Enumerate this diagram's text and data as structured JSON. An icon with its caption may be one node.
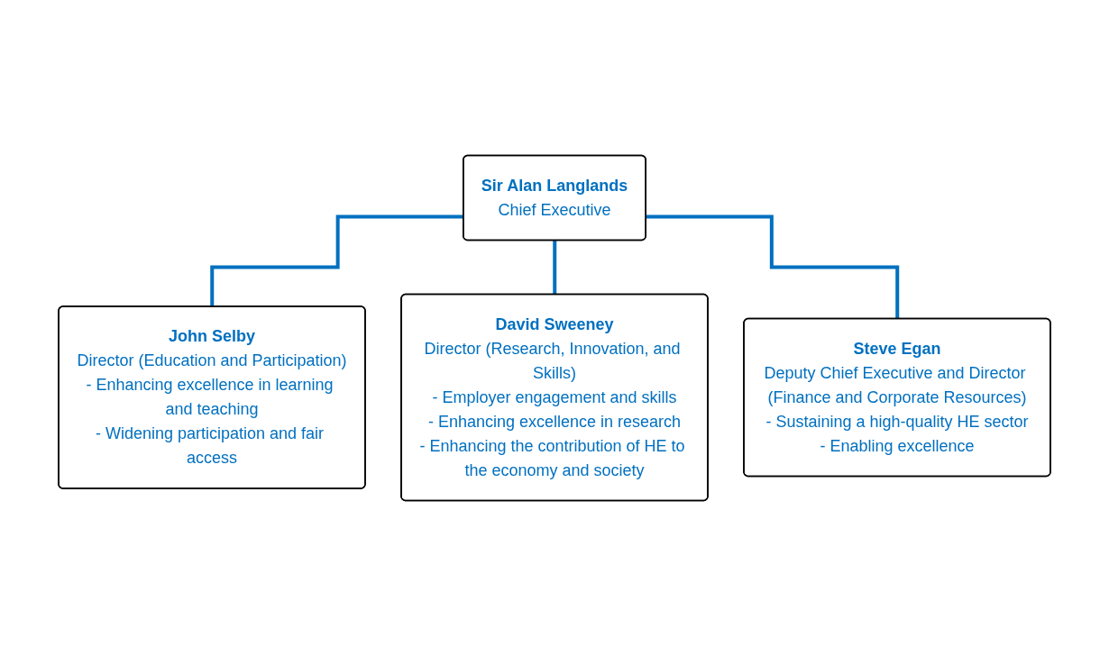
{
  "diagram": {
    "nodes": [
      {
        "text": [
          "Sir Alan Langlands",
          "Chief Executive"
        ]
      },
      {
        "text": [
          "John Selby",
          "Director (Education and Participation)",
          "- Enhancing excellence in learning and teaching",
          "- Widening participation and fair access"
        ]
      },
      {
        "text": [
          "David Sweeney",
          "Director (Research, Innovation, and Skills)",
          "- Employer engagement and skills",
          "- Enhancing excellence in research",
          "- Enhancing the contribution of HE to the economy and society"
        ]
      },
      {
        "text": [
          "Steve Egan",
          "Deputy Chief Executive and Director (Finance and Corporate Resources)",
          "- Sustaining a high-quality HE sector",
          "- Enabling excellence"
        ]
      }
    ],
    "edges": [
      {
        "from": 0,
        "to": 1,
        "arrow": "none",
        "color": "#0070c0"
      },
      {
        "from": 0,
        "to": 2,
        "arrow": "none",
        "color": "#0070c0"
      },
      {
        "from": 0,
        "to": 3,
        "arrow": "none",
        "color": "#0070c0"
      }
    ]
  }
}
